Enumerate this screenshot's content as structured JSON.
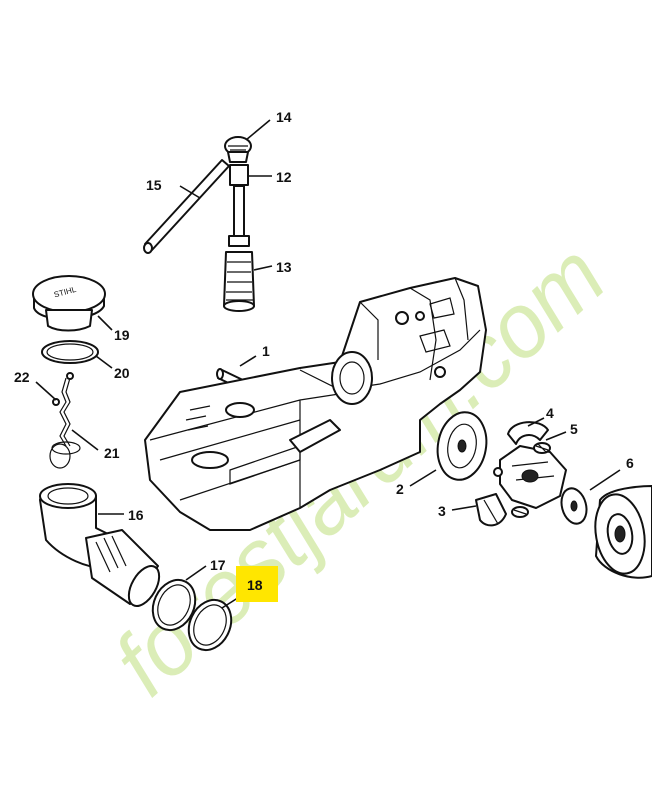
{
  "diagram": {
    "watermark_text": "forestjardin.com",
    "colors": {
      "line": "#111111",
      "watermark_green": "#d8ecb0",
      "watermark_grey": "#d9d2c8",
      "watermark_orange": "#f6d7b8",
      "highlight": "#ffe600"
    },
    "labels": [
      {
        "id": "1",
        "text": "1"
      },
      {
        "id": "2",
        "text": "2"
      },
      {
        "id": "3",
        "text": "3"
      },
      {
        "id": "4",
        "text": "4"
      },
      {
        "id": "5",
        "text": "5"
      },
      {
        "id": "6",
        "text": "6"
      },
      {
        "id": "12",
        "text": "12"
      },
      {
        "id": "13",
        "text": "13"
      },
      {
        "id": "14",
        "text": "14"
      },
      {
        "id": "15",
        "text": "15"
      },
      {
        "id": "16",
        "text": "16"
      },
      {
        "id": "17",
        "text": "17"
      },
      {
        "id": "18",
        "text": "18",
        "highlighted": true
      },
      {
        "id": "19",
        "text": "19"
      },
      {
        "id": "20",
        "text": "20"
      },
      {
        "id": "21",
        "text": "21"
      },
      {
        "id": "22",
        "text": "22"
      }
    ]
  }
}
